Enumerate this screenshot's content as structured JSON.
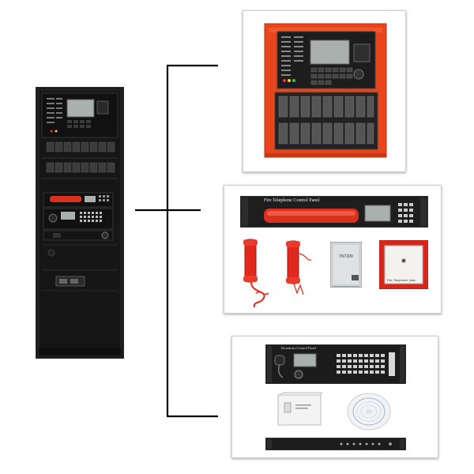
{
  "panel_labels": {
    "telephone_panel_title": "Fire Telephone Control Panel",
    "telephone_module_label": "TN7200",
    "telephone_jack_caption": "Fire Telephone Jack",
    "broadcast_panel_title": "Broadcast Control Panel"
  },
  "colors": {
    "connector": "#000000",
    "fire_red": "#e8451d",
    "cabinet_black": "#1c1c1c",
    "lcd_gray": "#a9b0ad"
  }
}
